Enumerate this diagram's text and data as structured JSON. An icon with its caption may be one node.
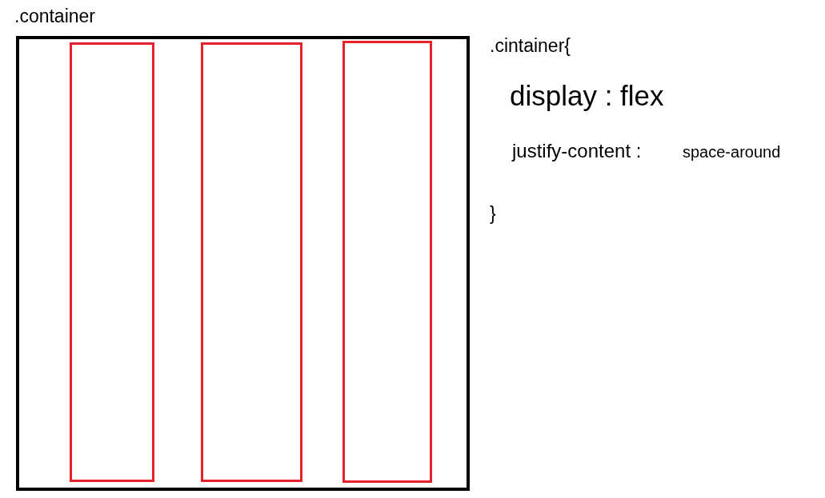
{
  "diagram": {
    "nodes": [
      {
        "text": [
          ".container"
        ]
      },
      {
        "text": [],
        "shape": "box",
        "in": 0
      },
      {
        "text": [],
        "shape": "box",
        "in": 0
      },
      {
        "text": [],
        "shape": "box",
        "in": 0
      }
    ],
    "labels": [
      ".cintainer{",
      "display : flex",
      "justify-content :",
      "space-around",
      "}"
    ]
  }
}
